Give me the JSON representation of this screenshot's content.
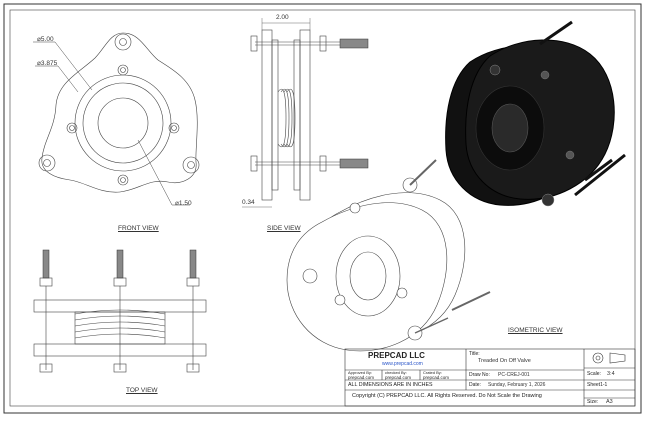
{
  "views": {
    "front": "FRONT VIEW",
    "side": "SIDE VIEW",
    "top": "TOP VIEW",
    "isometric": "ISOMETRIC VIEW"
  },
  "dimensions": {
    "d500": "⌀5.00",
    "d3875": "⌀3.875",
    "d150": "⌀1.50",
    "w200": "2.00",
    "t034": "0.34"
  },
  "title_block": {
    "company": "PREPCAD LLC",
    "website": "www.prepcad.com",
    "approved_by_label": "Approved By:",
    "approved_by": "prepcad.com",
    "checked_by_label": "checked By:",
    "checked_by": "prepcad.com",
    "crated_by_label": "Crated By:",
    "crated_by": "prepcad.com",
    "units_note": "ALL DIMENSIONS ARE IN INCHES",
    "copyright": "Copyright (C)  PREPCAD LLC. All Rights Reserved. Do Not Scale the Drawing",
    "title_label": "Title:",
    "title": "Treaded On Off Valve",
    "draw_no_label": "Draw No:",
    "draw_no": "PC-CREJ-001",
    "date_label": "Date:",
    "date": "Sunday, February 1, 2026",
    "scale_label": "Scale:",
    "scale": "3:4",
    "sheet": "Sheet1-1",
    "size_label": "Size:",
    "size": "A3"
  },
  "colors": {
    "line": "#444444",
    "solid": "#111111",
    "border": "#333333"
  }
}
